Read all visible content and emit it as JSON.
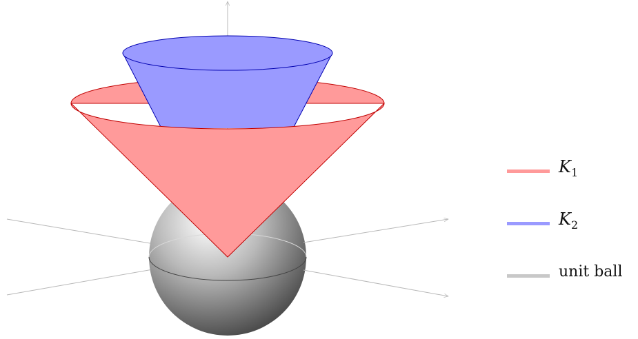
{
  "legend": {
    "items": [
      {
        "symbol": "K",
        "index": "1",
        "color": "#ff9a9a"
      },
      {
        "symbol": "K",
        "index": "2",
        "color": "#9a9aff"
      },
      {
        "label": "unit ball",
        "color": "#c8c8c8"
      }
    ]
  },
  "colors": {
    "cone_k1_fill": "#ff9a9a",
    "cone_k1_stroke": "#c00000",
    "cone_k2_fill": "#9a9aff",
    "cone_k2_stroke": "#0000b0",
    "axis": "#b8b8b8",
    "ball_light": "#ffffff",
    "ball_dark": "#4a4a4a"
  }
}
